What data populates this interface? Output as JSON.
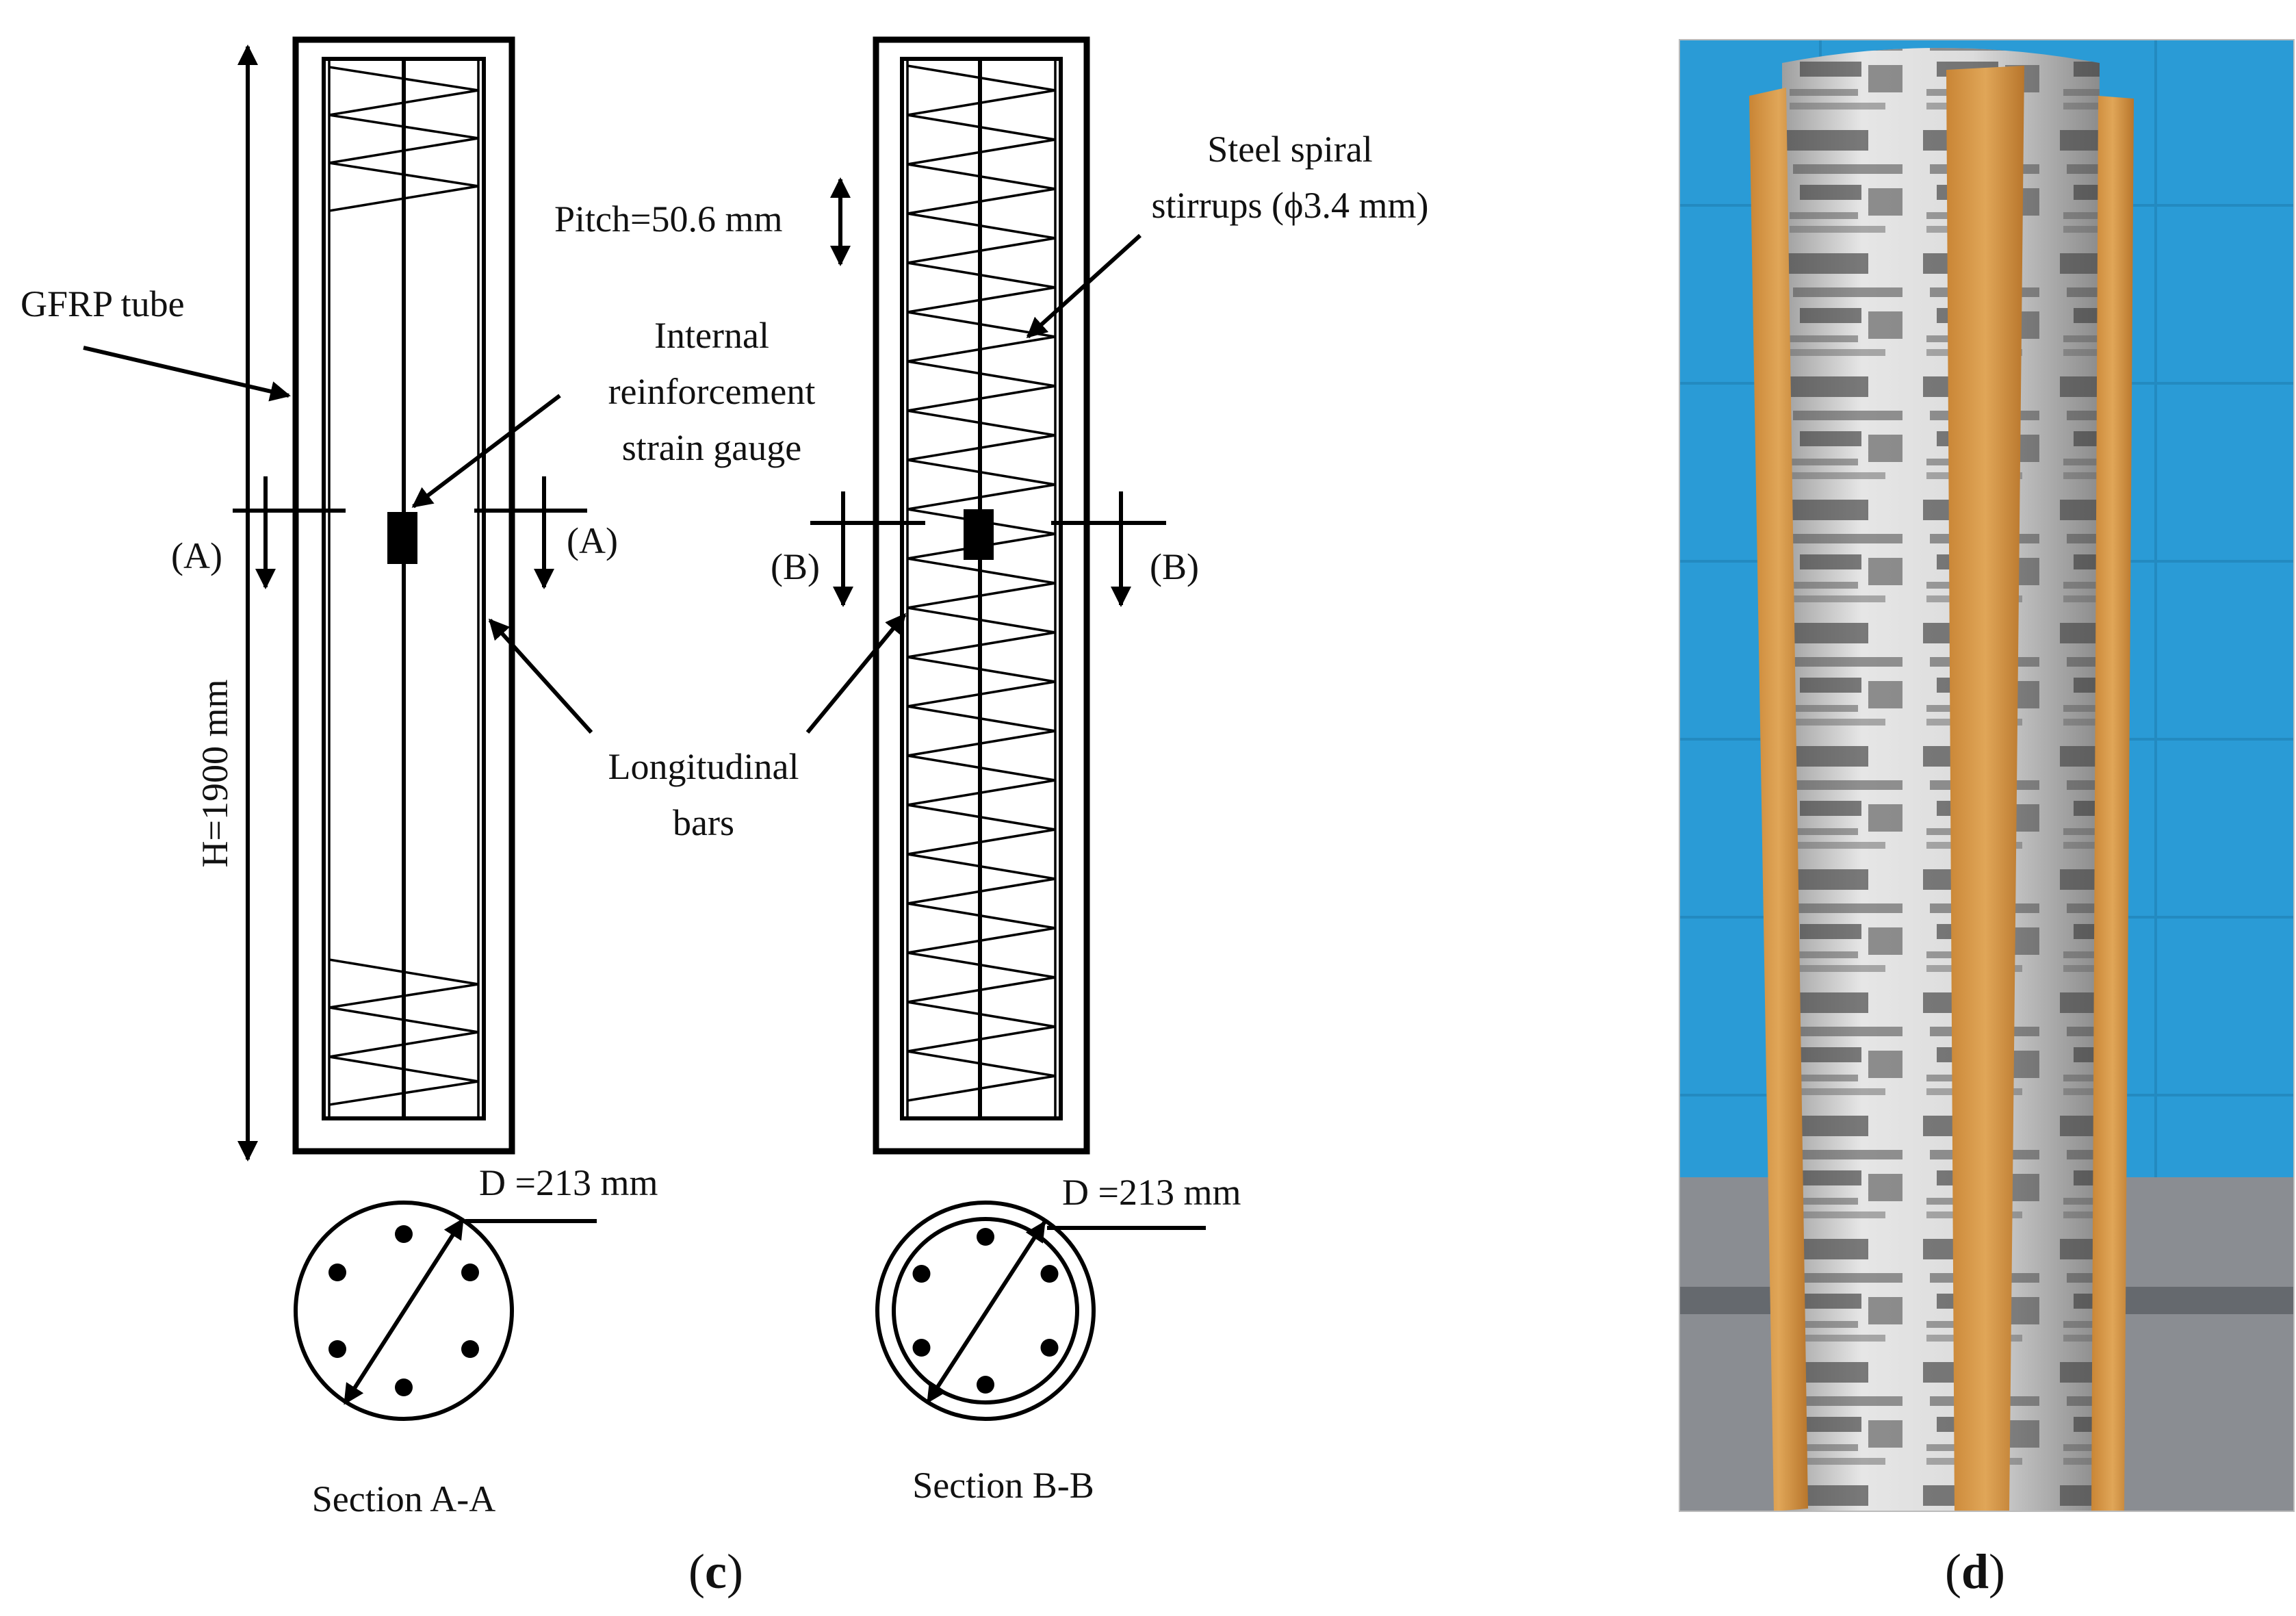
{
  "labels": {
    "gfrp_tube": "GFRP tube",
    "internal_gauge_line1": "Internal",
    "internal_gauge_line2": "reinforcement",
    "internal_gauge_line3": "strain gauge",
    "pitch": "Pitch=50.6 mm",
    "spiral_line1": "Steel spiral",
    "spiral_line2": "stirrups (ϕ3.4 mm)",
    "longitudinal_line1": "Longitudinal",
    "longitudinal_line2": "bars",
    "height": "H=1900 mm",
    "section_a_marker": "(A)",
    "section_b_marker": "(B)",
    "diameter_a": "D =213 mm",
    "diameter_b": "D =213 mm",
    "section_a_title": "Section A-A",
    "section_b_title": "Section B-B"
  },
  "captions": {
    "c_open": "(",
    "c_letter": "c",
    "c_close": ")",
    "d_open": "(",
    "d_letter": "d",
    "d_close": ")"
  },
  "colors": {
    "line": "#000000",
    "photo_wall": "#2a9bd6",
    "photo_floor": "#8a8d92",
    "photo_tube": "#d8d8d8",
    "photo_wood": "#d99a4a"
  }
}
